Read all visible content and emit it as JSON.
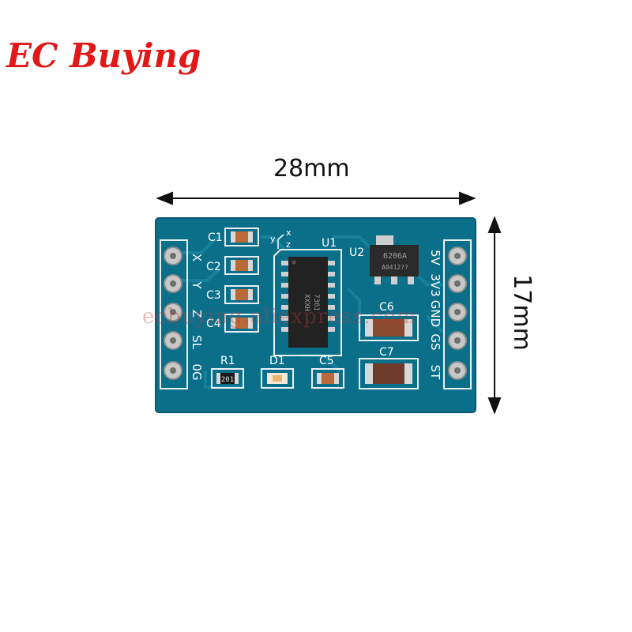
{
  "brand": {
    "text": "EC Buying",
    "color": "#e01818"
  },
  "dimensions": {
    "width": "28mm",
    "height": "17mm"
  },
  "watermark": "ecbuying.aliexpress.com",
  "board": {
    "color": "#0c6f8a",
    "left_pins": [
      "X",
      "Y",
      "Z",
      "SL",
      "0G"
    ],
    "right_pins": [
      "5V",
      "3V3",
      "GND",
      "GS",
      "ST"
    ],
    "components": {
      "c1": "C1",
      "c2": "C2",
      "c3": "C3",
      "c4": "C4",
      "u1": "U1",
      "u2": "U2",
      "c5": "C5",
      "c6": "C6",
      "c7": "C7",
      "r1": "R1",
      "d1": "D1"
    },
    "axes": {
      "x": "x",
      "y": "y",
      "z": "z"
    },
    "chips": {
      "u1_marking_1": "7361",
      "u1_marking_2": "XXXH",
      "u2_marking_1": "6206A",
      "u2_marking_2": "A0412??",
      "r1_marking": "201"
    }
  }
}
